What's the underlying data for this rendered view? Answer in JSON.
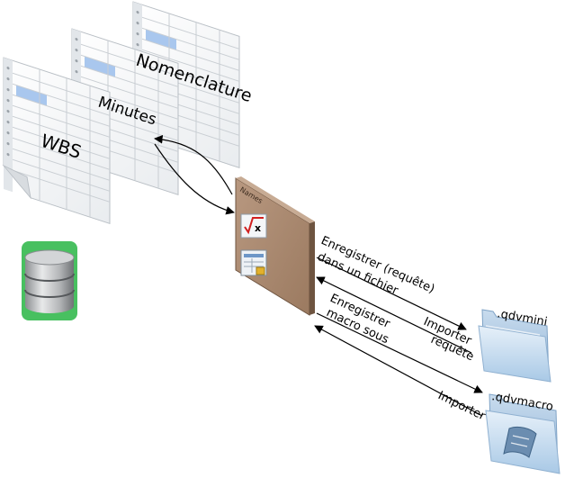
{
  "sheets": {
    "wbs": "WBS",
    "minutes": "Minutes",
    "nomenclature": "Nomenclature"
  },
  "panel": {
    "title": "Names"
  },
  "arrows": {
    "save_query_line1": "Enregistrer (requête)",
    "save_query_line2": "dans un fichier",
    "import_query_line1": "Importer",
    "import_query_line2": "requête",
    "save_macro_line1": "Enregistrer",
    "save_macro_line2": "macro sous",
    "import_macro": "Importer"
  },
  "folders": {
    "mini": ".qdvmini",
    "macro": ".qdvmacro"
  },
  "colors": {
    "panel_fill": "#a8876c",
    "panel_edge": "#6e5440",
    "folder_light": "#dbe9f5",
    "folder_mid": "#b8d2ea",
    "db_green": "#48c060",
    "sheet_header": "#a9c7ee"
  }
}
